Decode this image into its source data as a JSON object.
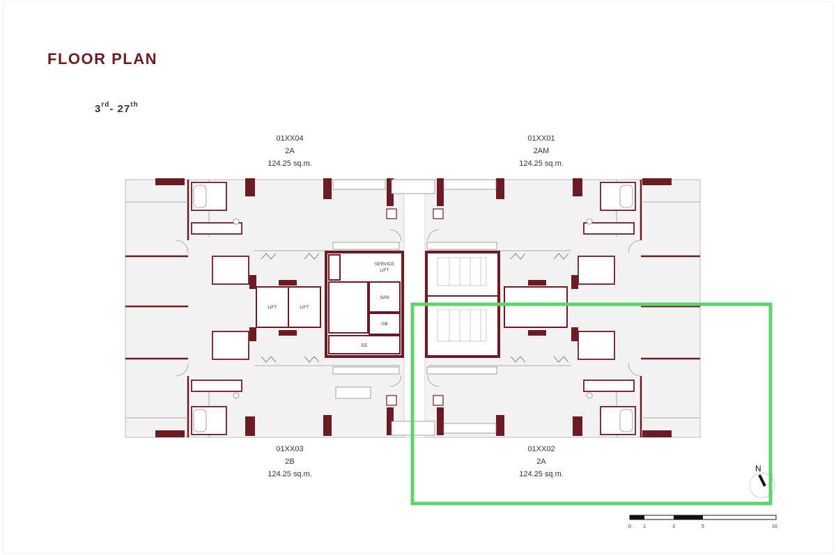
{
  "page": {
    "title": "FLOOR PLAN",
    "floor_range": {
      "start": "3",
      "start_sup": "rd",
      "sep": "- ",
      "end": "27",
      "end_sup": "th"
    }
  },
  "units": [
    {
      "code": "01XX04",
      "type": "2A",
      "area": "124.25 sq.m."
    },
    {
      "code": "01XX01",
      "type": "2AM",
      "area": "124.25 sq.m."
    },
    {
      "code": "01XX03",
      "type": "2B",
      "area": "124.25 sq.m."
    },
    {
      "code": "01XX02",
      "type": "2A",
      "area": "124.25 sq.m."
    }
  ],
  "core_rooms": {
    "service_lift": [
      "SERVICE",
      "LIFT"
    ],
    "san": "SAN",
    "gb": "GB",
    "ee": "EE",
    "lift_1": "LIFT",
    "lift_2": "LIFT"
  },
  "compass": {
    "label": "N"
  },
  "scale_bar": {
    "ticks": [
      "0",
      "1",
      "3",
      "5",
      "10"
    ]
  },
  "highlight": {
    "color": "#5ed36a"
  },
  "colors": {
    "wall": "#6e1a24",
    "floor": "#f2f2f2",
    "title": "#6e1a24"
  }
}
